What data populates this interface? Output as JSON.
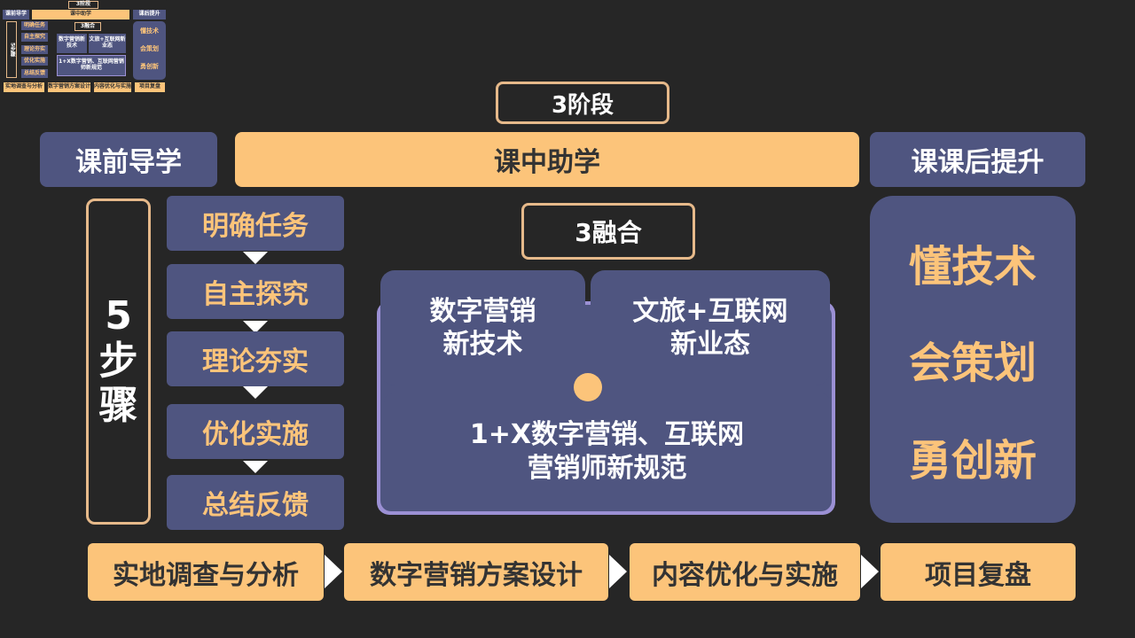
{
  "stage_label": "3阶段",
  "phases": {
    "pre": "课前导学",
    "mid": "课中助学",
    "post": "课课后提升"
  },
  "steps_label": {
    "num": "5",
    "line1": "步",
    "line2": "骤"
  },
  "steps": [
    "明确任务",
    "自主探究",
    "理论夯实",
    "优化实施",
    "总结反馈"
  ],
  "fusion": {
    "label": "3融合",
    "items": [
      {
        "line1": "数字营销",
        "line2": "新技术"
      },
      {
        "line1": "文旅+互联网",
        "line2": "新业态"
      },
      {
        "line1": "1+X数字营销、互联网",
        "line2": "营销师新规范"
      }
    ]
  },
  "outcomes": [
    "懂技术",
    "会策划",
    "勇创新"
  ],
  "flow": [
    "实地调查与分析",
    "数字营销方案设计",
    "内容优化与实施",
    "项目复盘"
  ],
  "thumbnail": {
    "stage_label": "3阶段",
    "pre": "课前导学",
    "mid": "课中助学",
    "post": "课后提升",
    "steps_label": "5步骤",
    "steps": [
      "明确任务",
      "自主探究",
      "理论夯实",
      "优化实施",
      "总结反馈"
    ],
    "fusion_label": "3融合",
    "fusion_items": [
      "数字营销新技术",
      "文旅+互联网新业态",
      "1+X数字营销、互联网营销师新规范"
    ],
    "outcomes": [
      "懂技术",
      "会策划",
      "勇创新"
    ],
    "flow": [
      "实地调查与分析",
      "数字营销方案设计",
      "内容优化与实施",
      "项目复盘"
    ]
  },
  "colors": {
    "background": "#262626",
    "navy": "#4f5580",
    "orange": "#fcc47a",
    "border": "#e6b98a",
    "lavender": "#9b90d4"
  }
}
